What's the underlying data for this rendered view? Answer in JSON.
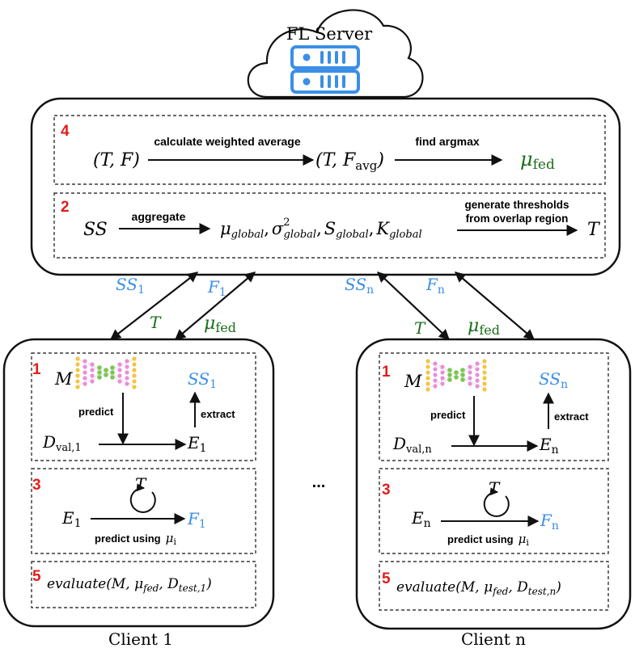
{
  "colors": {
    "step_number": "#e11d1d",
    "blue": "#3b8fe6",
    "green": "#1a6e1a",
    "server_icon": "#3b8fe6",
    "frame": "#111111"
  },
  "server": {
    "title": "FL Server",
    "icon": "server-rack-icon"
  },
  "aggregator": {
    "step4": {
      "number": "4",
      "input": "(T, F)",
      "arrow1_label": "calculate weighted average",
      "mid_prefix": "(T, F",
      "mid_sub": "avg",
      "mid_suffix": ")",
      "arrow2_label": "find argmax",
      "output_base": "μ",
      "output_sub": "fed"
    },
    "step2": {
      "number": "2",
      "input": "SS",
      "arrow1_label": "aggregate",
      "mu_base": "μ",
      "mu_sub": "global",
      "sigma_base": "σ",
      "sigma_sup": "2",
      "sigma_sub": "global",
      "s_base": "S",
      "s_sub": "global",
      "k_base": "K",
      "k_sub": "global",
      "comma": ",",
      "arrow2_label_line1": "generate thresholds",
      "arrow2_label_line2": "from overlap region",
      "output": "T"
    }
  },
  "links": {
    "client1": {
      "up_ss_base": "SS",
      "up_ss_sub": "1",
      "up_f_base": "F",
      "up_f_sub": "1",
      "down_t": "T",
      "down_mu_base": "μ",
      "down_mu_sub": "fed"
    },
    "clientn": {
      "up_ss_base": "SS",
      "up_ss_sub": "n",
      "up_f_base": "F",
      "up_f_sub": "n",
      "down_t": "T",
      "down_mu_base": "μ",
      "down_mu_sub": "fed"
    }
  },
  "ellipsis": "...",
  "clients": [
    {
      "name": "Client 1",
      "model_icon": "neural-network-icon",
      "step1": {
        "number": "1",
        "model": "M",
        "ss_base": "SS",
        "ss_sub": "1",
        "predict": "predict",
        "extract": "extract",
        "d_base": "D",
        "d_sub": "val,1",
        "e_base": "E",
        "e_sub": "1"
      },
      "step3": {
        "number": "3",
        "t": "T",
        "e_base": "E",
        "e_sub": "1",
        "f_base": "F",
        "f_sub": "1",
        "label": "predict using",
        "mu_base": "μ",
        "mu_sub": "i"
      },
      "step5": {
        "number": "5",
        "expr_start": "evaluate(M, ",
        "mu_base": "μ",
        "mu_sub": "fed",
        "mid": ", D",
        "d_sub": "test,1",
        "expr_end": ")"
      }
    },
    {
      "name": "Client n",
      "model_icon": "neural-network-icon",
      "step1": {
        "number": "1",
        "model": "M",
        "ss_base": "SS",
        "ss_sub": "n",
        "predict": "predict",
        "extract": "extract",
        "d_base": "D",
        "d_sub": "val,n",
        "e_base": "E",
        "e_sub": "n"
      },
      "step3": {
        "number": "3",
        "t": "T",
        "e_base": "E",
        "e_sub": "n",
        "f_base": "F",
        "f_sub": "n",
        "label": "predict using",
        "mu_base": "μ",
        "mu_sub": "i"
      },
      "step5": {
        "number": "5",
        "expr_start": "evaluate(M, ",
        "mu_base": "μ",
        "mu_sub": "fed",
        "mid": ", D",
        "d_sub": "test,n",
        "expr_end": ")"
      }
    }
  ]
}
